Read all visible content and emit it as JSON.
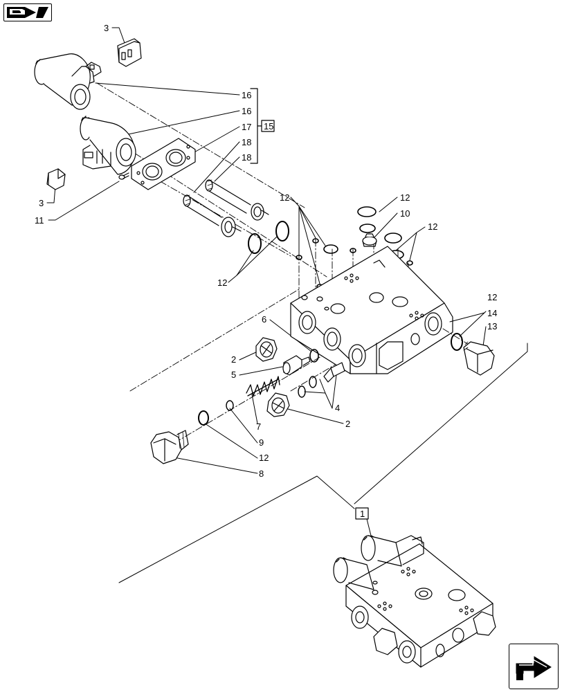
{
  "navigation": {
    "top_button_icon": "book-page-icon",
    "bottom_button_icon": "turn-arrow-icon"
  },
  "callouts": {
    "c3a": "3",
    "c3b": "3",
    "c16a": "16",
    "c16b": "16",
    "c17": "17",
    "c18a": "18",
    "c18b": "18",
    "c11": "11",
    "c12a": "12",
    "c12b": "12",
    "c12c": "12",
    "c12d": "12",
    "c12e": "12",
    "c12f": "12",
    "c10": "10",
    "c14": "14",
    "c13": "13",
    "c6": "6",
    "c2a": "2",
    "c2b": "2",
    "c5": "5",
    "c7": "7",
    "c4": "4",
    "c9": "9",
    "c8": "8"
  },
  "boxes": {
    "b15": "15",
    "b1": "1"
  },
  "colors": {
    "ink": "#000000",
    "paper": "#ffffff",
    "shade": "#d9d9d9"
  }
}
